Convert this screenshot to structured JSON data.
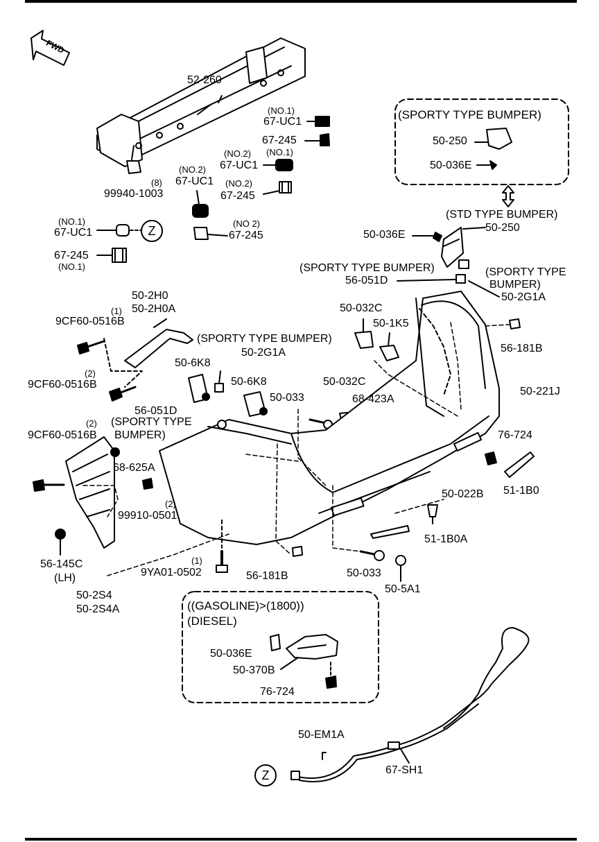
{
  "orientation": "FWD",
  "ref_z": "Z",
  "boxes": {
    "sporty_box_title": "(SPORTY TYPE BUMPER)",
    "std_title": "(STD TYPE BUMPER)",
    "engine_line1": "((GASOLINE)>(1800))",
    "engine_line2": "(DIESEL)"
  },
  "labels": {
    "p52_260": "52-260",
    "no1_a": "(NO.1)",
    "uc1_a": "67-UC1",
    "p67_245_a": "67-245",
    "no2_b": "(NO.2)",
    "no1_b": "(NO.1)",
    "uc1_b": "67-UC1",
    "q8": "(8)",
    "p99940": "99940-1003",
    "no2_c": "(NO.2)",
    "uc1_c": "67-UC1",
    "no2_d": "(NO.2)",
    "p67_245_d": "67-245",
    "no2_e": "(NO 2)",
    "p67_245_e": "67-245",
    "no1_f": "(NO.1)",
    "uc1_f": "67-UC1",
    "p67_245_g": "67-245",
    "no1_g": "(NO.1)",
    "p50_250_a": "50-250",
    "p50_036e_a": "50-036E",
    "p50_036e_b": "50-036E",
    "p50_250_b": "50-250",
    "sporty_a": "(SPORTY TYPE BUMPER)",
    "p56_051d_a": "56-051D",
    "sporty_b1": "(SPORTY TYPE",
    "sporty_b2": "BUMPER)",
    "p50_2g1a_a": "50-2G1A",
    "p50_2h0": "50-2H0",
    "p50_2h0a": "50-2H0A",
    "q1_a": "(1)",
    "p9cf_a": "9CF60-0516B",
    "sporty_c": "(SPORTY TYPE BUMPER)",
    "p50_032c_a": "50-032C",
    "p50_1k5": "50-1K5",
    "p56_181b_a": "56-181B",
    "p50_6k8_a": "50-6K8",
    "p50_2g1a_b": "50-2G1A",
    "q2_a": "(2)",
    "p9cf_b": "9CF60-0516B",
    "p50_6k8_b": "50-6K8",
    "p50_032c_b": "50-032C",
    "p50_033_a": "50-033",
    "p68_423a": "68-423A",
    "p50_221j": "50-221J",
    "p56_051d_b": "56-051D",
    "sporty_d1": "(SPORTY TYPE",
    "sporty_d2": "BUMPER)",
    "q2_b": "(2)",
    "p9cf_c": "9CF60-0516B",
    "p76_724_a": "76-724",
    "p68_625a": "68-625A",
    "p50_022b": "50-022B",
    "p51_1b0": "51-1B0",
    "q2_c": "(2)",
    "p99910": "99910-0501",
    "p51_1b0a": "51-1B0A",
    "p56_145c": "56-145C",
    "lh": "(LH)",
    "q1_b": "(1)",
    "p9ya01": "9YA01-0502",
    "p56_181b_b": "56-181B",
    "p50_033_b": "50-033",
    "p50_5a1": "50-5A1",
    "p50_2s4": "50-2S4",
    "p50_2s4a": "50-2S4A",
    "p50_036e_c": "50-036E",
    "p50_370b": "50-370B",
    "p76_724_b": "76-724",
    "p50_em1a": "50-EM1A",
    "p67_sh1": "67-SH1"
  }
}
